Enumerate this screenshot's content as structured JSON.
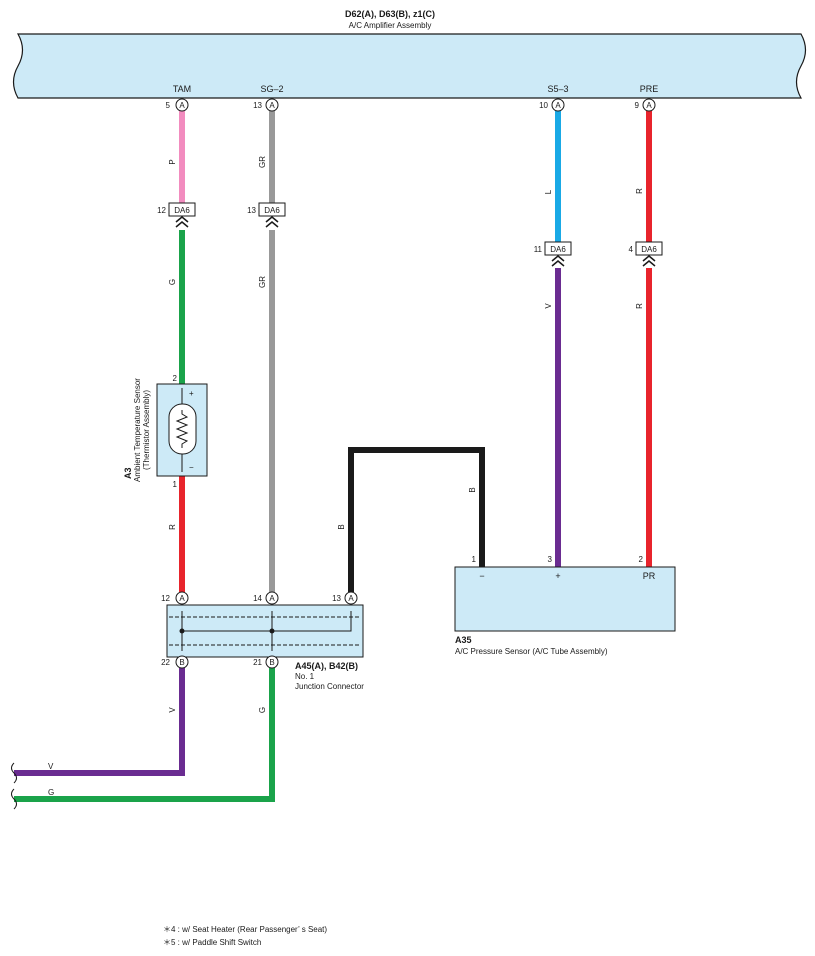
{
  "amplifier": {
    "code": "D62(A), D63(B), z1(C)",
    "name": "A/C Amplifier Assembly",
    "terminals": [
      {
        "label": "TAM",
        "pin": "5",
        "conn": "A"
      },
      {
        "label": "SG–2",
        "pin": "13",
        "conn": "A"
      },
      {
        "label": "S5–3",
        "pin": "10",
        "conn": "A"
      },
      {
        "label": "PRE",
        "pin": "9",
        "conn": "A"
      }
    ]
  },
  "wires": {
    "tam_upper": {
      "color_code": "P",
      "hex": "#f28cbf"
    },
    "tam_lower": {
      "color_code": "G",
      "hex": "#1aa34a"
    },
    "sensor_out": {
      "color_code": "R",
      "hex": "#e8242c"
    },
    "sg_upper": {
      "color_code": "GR",
      "hex": "#999999"
    },
    "sg_lower": {
      "color_code": "GR",
      "hex": "#999999"
    },
    "s5_upper": {
      "color_code": "L",
      "hex": "#19a9e6"
    },
    "s5_lower": {
      "color_code": "V",
      "hex": "#6a2c91"
    },
    "pre_upper": {
      "color_code": "R",
      "hex": "#e8242c"
    },
    "pre_lower": {
      "color_code": "R",
      "hex": "#e8242c"
    },
    "ground": {
      "color_code": "B",
      "hex": "#1a1a1a"
    },
    "exit_v": {
      "color_code": "V",
      "hex": "#6a2c91"
    },
    "exit_g": {
      "color_code": "G",
      "hex": "#1aa34a"
    }
  },
  "inline_connectors": [
    {
      "pin": "12",
      "label": "DA6"
    },
    {
      "pin": "13",
      "label": "DA6"
    },
    {
      "pin": "11",
      "label": "DA6"
    },
    {
      "pin": "4",
      "label": "DA6"
    }
  ],
  "thermistor": {
    "code": "A3",
    "name": "Ambient Temperature Sensor",
    "subname": "(Thermistor Assembly)",
    "pin_top": "2",
    "pin_bottom": "1",
    "plus": "+",
    "minus": "−"
  },
  "junction": {
    "code": "A45(A), B42(B)",
    "line1": "No.  1",
    "line2": "Junction Connector",
    "top_pins": [
      {
        "pin": "12",
        "conn": "A"
      },
      {
        "pin": "14",
        "conn": "A"
      },
      {
        "pin": "13",
        "conn": "A"
      }
    ],
    "bottom_pins": [
      {
        "pin": "22",
        "conn": "B"
      },
      {
        "pin": "21",
        "conn": "B"
      }
    ]
  },
  "pressure_sensor": {
    "code": "A35",
    "name": "A/C Pressure Sensor (A/C Tube Assembly)",
    "pins": [
      "1",
      "3",
      "2"
    ],
    "terminals": [
      "−",
      "+",
      "PR"
    ]
  },
  "notes": [
    "＊4 : w/ Seat Heater (Rear Passenger’ s Seat)",
    "＊5 : w/ Paddle Shift Switch"
  ],
  "colors": {
    "component_fill": "#cdeaf7",
    "outline": "#1a1a1a"
  }
}
